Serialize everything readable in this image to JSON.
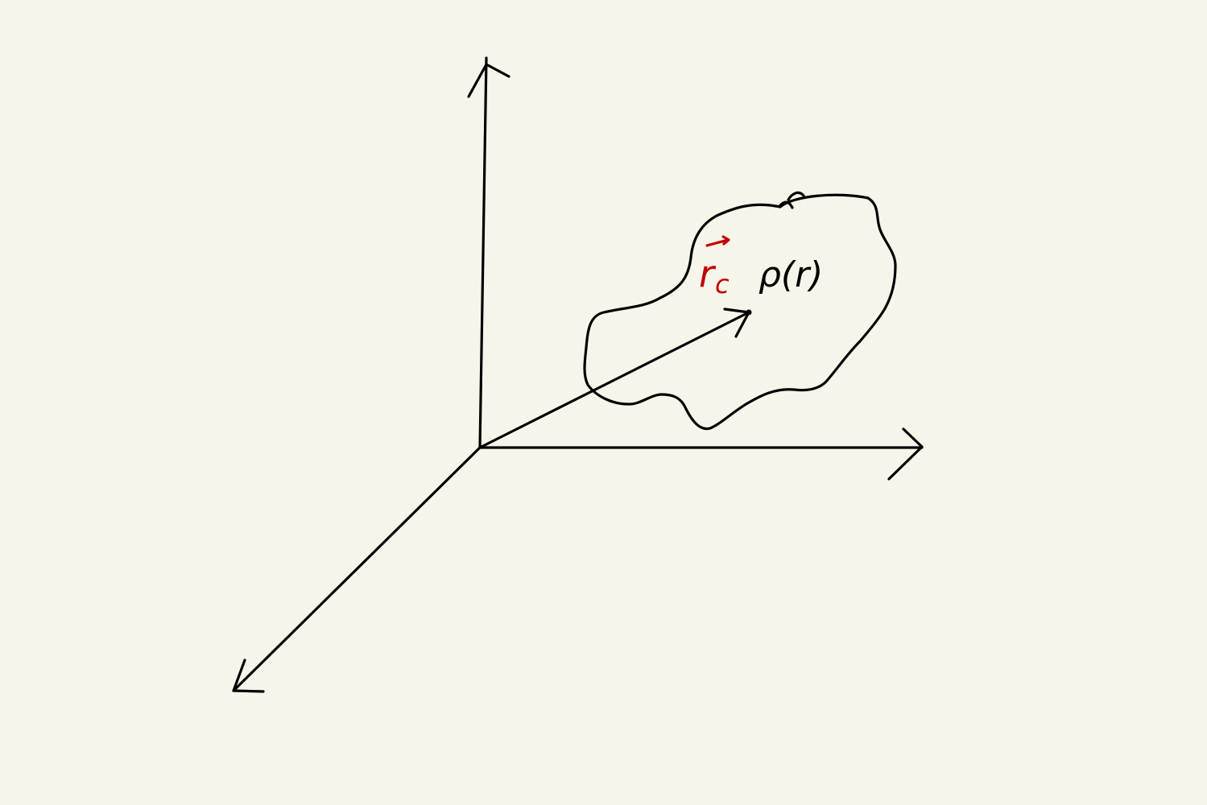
{
  "diagram": {
    "density_label": "ρ(r)",
    "position_vector": {
      "symbol": "r",
      "subscript": "c"
    },
    "colors": {
      "background": "#f7f5ea",
      "ink": "#000000",
      "vector_label": "#c00000"
    }
  }
}
